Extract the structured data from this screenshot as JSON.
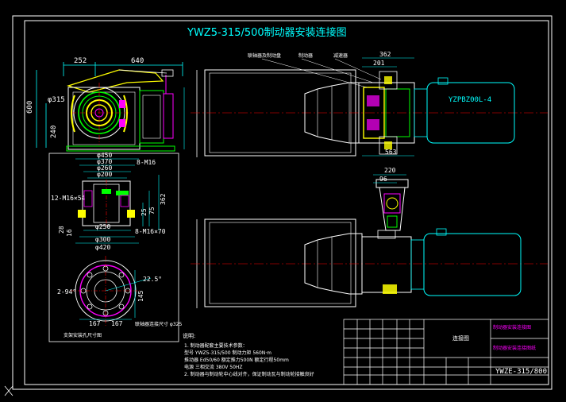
{
  "title": "YWZ5-315/500制动器安装连接图",
  "colors": {
    "background": "#000000",
    "frame": "#ffffff",
    "dimension": "#00ffff",
    "outline": "#ffffff",
    "part_green": "#00ff00",
    "part_yellow": "#ffff00",
    "part_magenta": "#ff00ff",
    "centerline": "#ff0000",
    "cyan_body": "#00ffff"
  },
  "front_view": {
    "dims": {
      "width_left": "252",
      "width_right": "640",
      "height": "600",
      "diameter": "φ315",
      "offset": "240"
    }
  },
  "section_view": {
    "dims": {
      "d1": "φ450",
      "d2": "φ370",
      "d3": "φ260",
      "d4": "φ200",
      "d5": "φ250",
      "d6": "φ300",
      "d7": "φ420",
      "thread_bottom": "8-M16×70",
      "thread_top": "8-M16",
      "holes": "12-M16×54",
      "v1": "362",
      "v2": "75",
      "v3": "25",
      "v4": "28",
      "v5": "16"
    }
  },
  "flange_view": {
    "dims": {
      "angle": "22.5°",
      "holes": "2-94°",
      "h": "145",
      "w1": "167",
      "w2": "167"
    },
    "label_left": "支架安装孔尺寸图",
    "label_right": "联轴器连接尺寸 φ325"
  },
  "top_assembly": {
    "motor_label": "YZPBZ00L-4",
    "dims": {
      "d1": "362",
      "d2": "201",
      "d3": "563"
    },
    "callouts": [
      "联轴器及制动盘",
      "制动器",
      "减速器"
    ]
  },
  "bottom_assembly": {
    "dims": {
      "d1": "220",
      "d2": "96"
    }
  },
  "notes": {
    "heading": "说明:",
    "lines": [
      "1. 制动器配套主要技术参数：",
      "   型号 YWZ5-315/500 制动力矩 560N·m",
      "   推动器 Ed50/60 额定推力500N 额定行程50mm",
      "   电源 三相交流 380V 50HZ",
      "2. 制动器与制动轮中心线对齐，保证制动瓦与制动轮接触良好"
    ]
  },
  "title_block": {
    "center_label": "连接图",
    "right_top": "制动器安装连接图",
    "right_mid": "制动器安装连接图纸",
    "drawing_no": "YWZE-315/800"
  },
  "ucs_icon": "ucs-x-icon"
}
